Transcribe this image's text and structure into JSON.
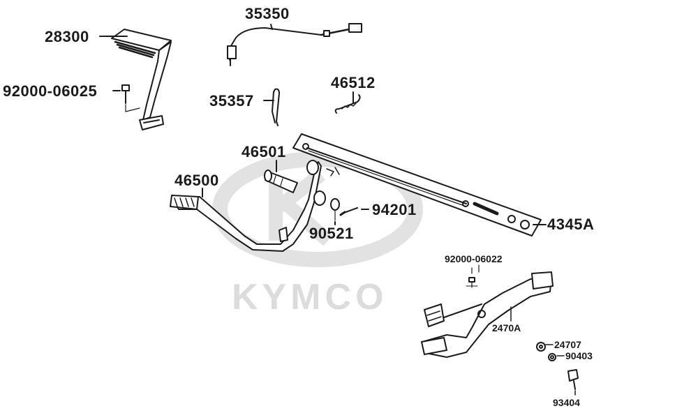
{
  "watermark": {
    "brand": "KYMCO"
  },
  "parts": {
    "p28300": "28300",
    "p35350": "35350",
    "p92000_06025": "92000-06025",
    "p35357": "35357",
    "p46512": "46512",
    "p46501": "46501",
    "p46500": "46500",
    "p94201": "94201",
    "p90521": "90521",
    "p4345A": "4345A",
    "p92000_06022": "92000-06022",
    "p2470A": "2470A",
    "p24707": "24707",
    "p90403": "90403",
    "p93404": "93404"
  },
  "colors": {
    "ink": "#1a1a1a",
    "watermark": "#dcdcdc"
  }
}
